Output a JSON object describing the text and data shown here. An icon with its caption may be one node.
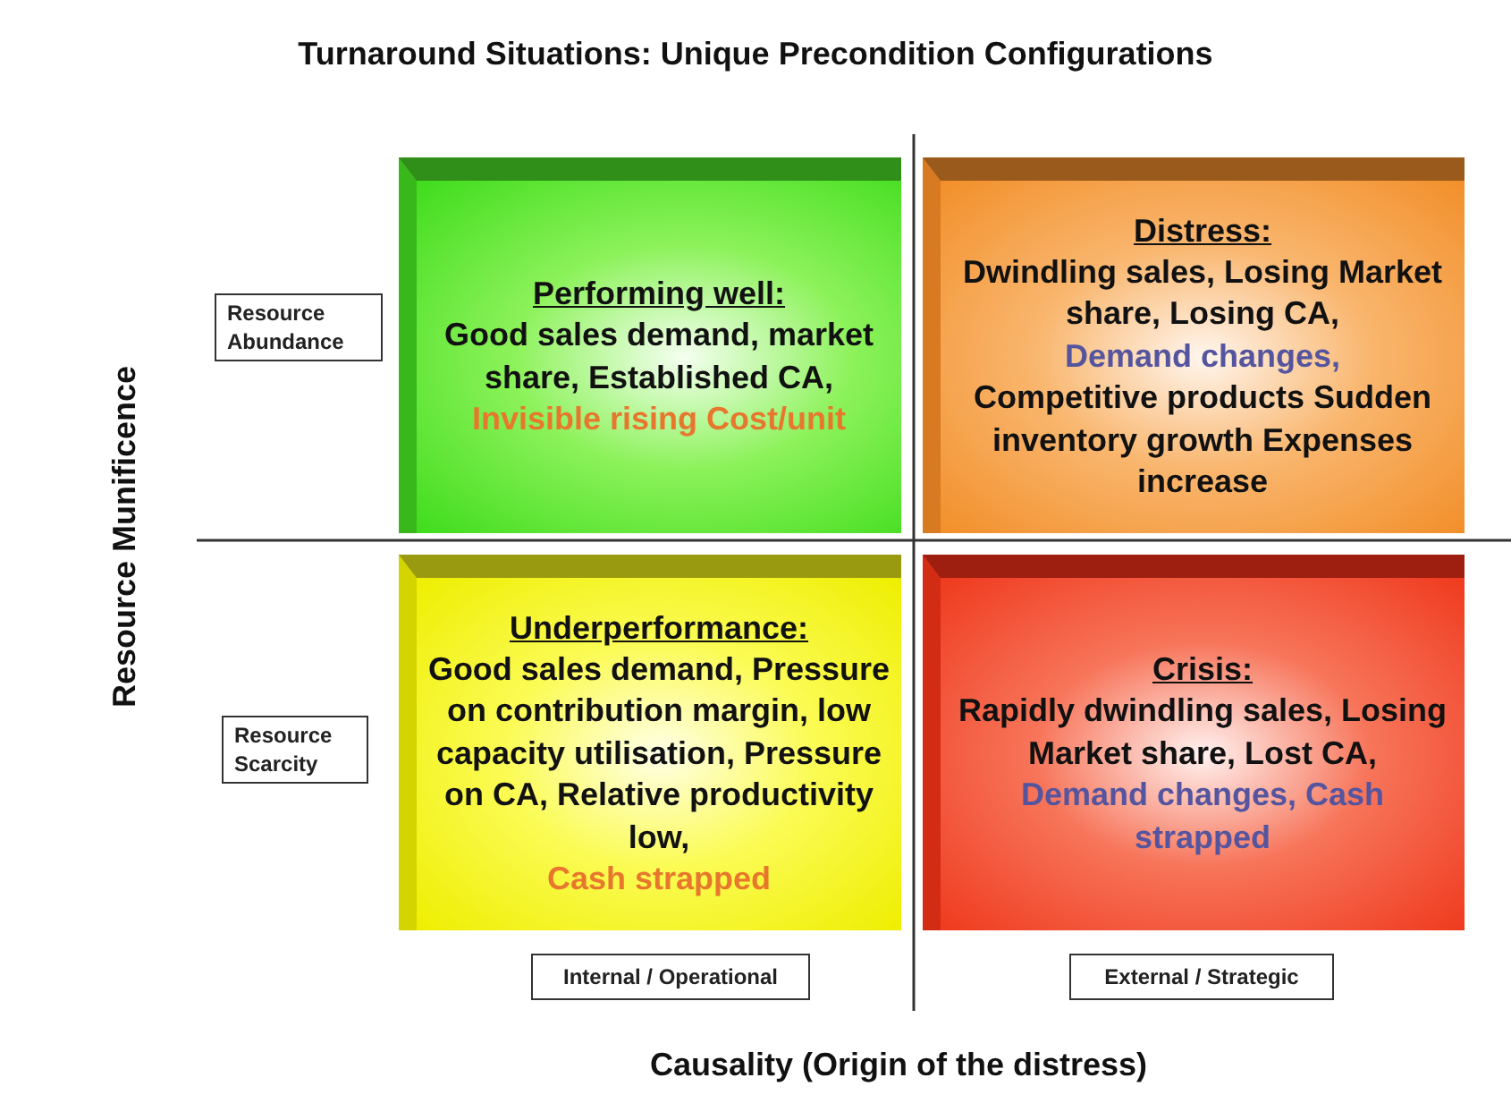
{
  "diagram": {
    "title": "Turnaround Situations: Unique Precondition Configurations",
    "nodes": [
      {
        "text": [
          "Resource Abundance"
        ]
      },
      {
        "text": [
          "Performing well:",
          "Good sales demand, market share, Established CA,",
          "Invisible rising Cost/unit"
        ]
      },
      {
        "text": [
          "Distress:",
          "Dwindling sales, Losing Market share, Losing CA,",
          "Demand changes,",
          "Competitive products Sudden inventory growth Expenses increase"
        ]
      },
      {
        "text": [
          "Resource Scarcity"
        ]
      },
      {
        "text": [
          "Underperformance:",
          "Good sales demand, Pressure on contribution margin, low capacity utilisation, Pressure on CA, Relative productivity low,",
          "Cash strapped"
        ]
      },
      {
        "text": [
          "Crisis:",
          "Rapidly dwindling sales, Losing Market share, Lost CA,",
          "Demand changes, Cash strapped"
        ]
      },
      {
        "text": [
          "Internal / Operational"
        ]
      },
      {
        "text": [
          "External / Strategic"
        ]
      }
    ],
    "labels": [
      "Resource Munificence",
      "Causality (Origin of the distress)"
    ]
  }
}
